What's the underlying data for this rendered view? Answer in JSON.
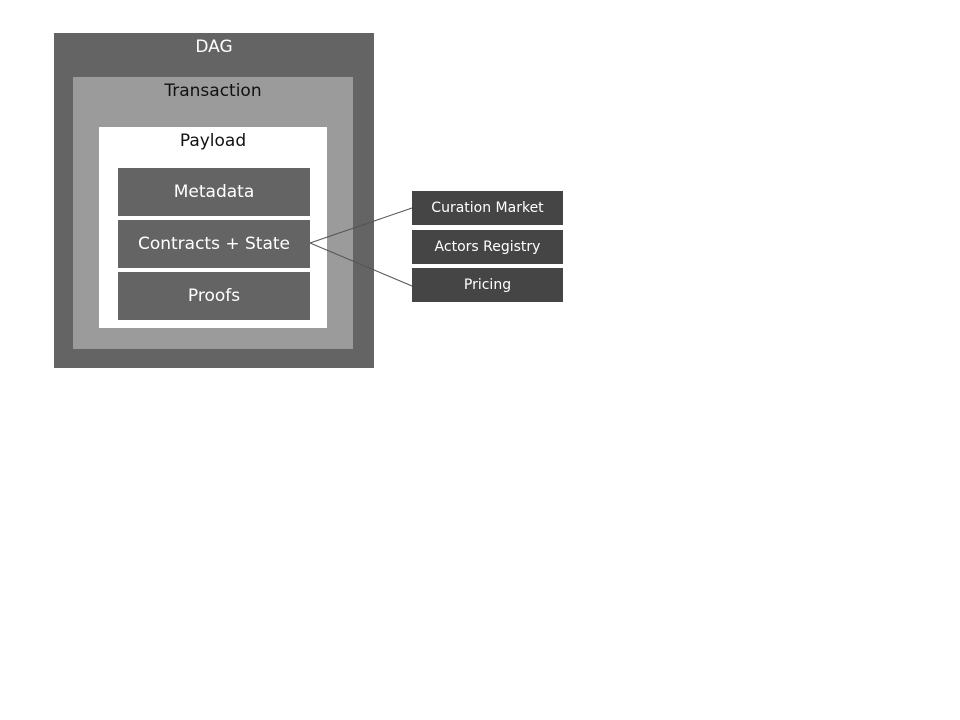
{
  "diagram": {
    "dag": {
      "label": "DAG"
    },
    "transaction": {
      "label": "Transaction"
    },
    "payload": {
      "label": "Payload",
      "blocks": [
        "Metadata",
        "Contracts + State",
        "Proofs"
      ]
    },
    "contract_details": [
      "Curation Market",
      "Actors Registry",
      "Pricing"
    ]
  },
  "colors": {
    "dag_fill": "#646464",
    "transaction_fill": "#9b9b9b",
    "payload_fill": "#ffffff",
    "block_fill": "#646464",
    "detail_fill": "#454545",
    "connector": "#555555"
  }
}
